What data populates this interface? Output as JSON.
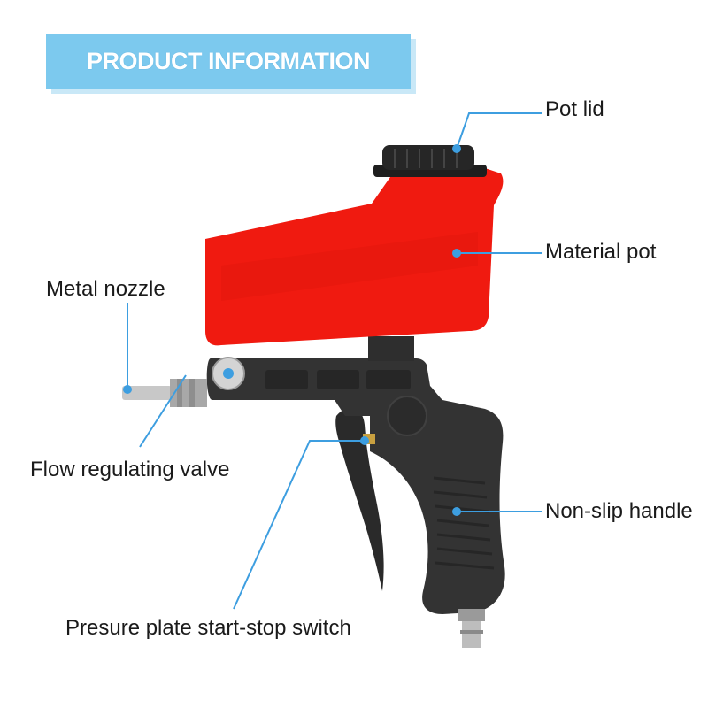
{
  "banner": {
    "title": "PRODUCT INFORMATION"
  },
  "labels": {
    "pot_lid": "Pot lid",
    "material_pot": "Material pot",
    "metal_nozzle": "Metal nozzle",
    "flow_valve": "Flow regulating valve",
    "handle": "Non-slip handle",
    "switch": "Presure plate start-stop switch"
  },
  "colors": {
    "pot": "#f01a10",
    "body": "#2e2e2e",
    "callout": "#3d9ee0",
    "banner": "#7cc9ee"
  }
}
